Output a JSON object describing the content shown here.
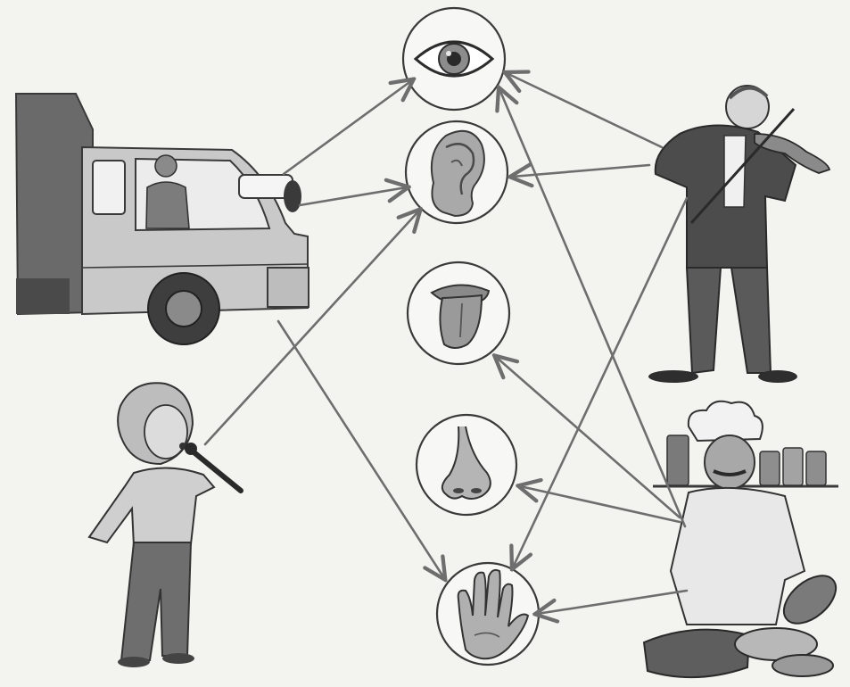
{
  "colors": {
    "paper": "#f3f3f0",
    "ink": "#3a3a3a",
    "arrow": "#6e6e6e",
    "shade_dark": "#5a5a5a",
    "shade_mid": "#8a8a8a",
    "shade_light": "#c9c9c9"
  },
  "senses": [
    {
      "id": "eye",
      "icon": "eye-icon"
    },
    {
      "id": "ear",
      "icon": "ear-icon"
    },
    {
      "id": "tongue",
      "icon": "tongue-icon"
    },
    {
      "id": "nose",
      "icon": "nose-icon"
    },
    {
      "id": "hand",
      "icon": "hand-icon"
    }
  ],
  "sources": [
    {
      "id": "truck",
      "icon": "truck-with-driver-icon"
    },
    {
      "id": "singer",
      "icon": "child-singing-microphone-icon"
    },
    {
      "id": "violinist",
      "icon": "violinist-icon"
    },
    {
      "id": "chef",
      "icon": "chef-cooking-icon"
    }
  ],
  "connections": [
    {
      "from": "truck",
      "to": "eye"
    },
    {
      "from": "truck",
      "to": "ear"
    },
    {
      "from": "truck",
      "to": "hand"
    },
    {
      "from": "singer",
      "to": "ear"
    },
    {
      "from": "violinist",
      "to": "eye"
    },
    {
      "from": "violinist",
      "to": "ear"
    },
    {
      "from": "violinist",
      "to": "hand"
    },
    {
      "from": "chef",
      "to": "eye"
    },
    {
      "from": "chef",
      "to": "tongue"
    },
    {
      "from": "chef",
      "to": "nose"
    },
    {
      "from": "chef",
      "to": "hand"
    }
  ]
}
